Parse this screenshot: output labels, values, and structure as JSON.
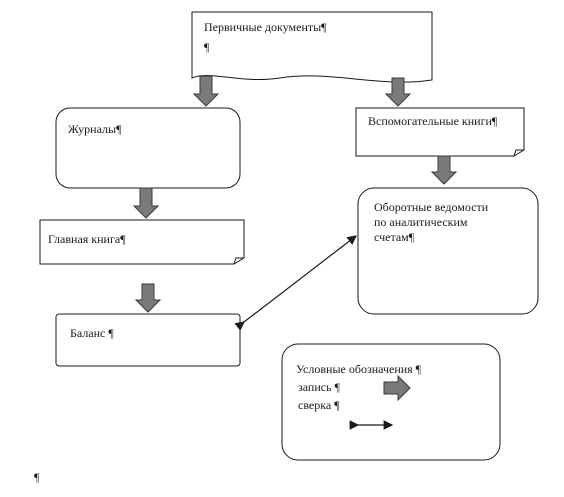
{
  "nodes": {
    "primary_docs": "Первичные документы¶",
    "primary_docs_mark": "¶",
    "journals": "Журналы¶",
    "auxiliary_books": "Вспомогательные книги¶",
    "general_ledger": "Главная книга¶",
    "turnover_sheets": "Оборотные ведомости по аналитическим счетам¶",
    "balance": "Баланс ¶"
  },
  "legend": {
    "title": "Условные обозначения ¶",
    "entry": "запись ¶",
    "reconciliation": "сверка ¶"
  },
  "page_mark": "¶",
  "colors": {
    "stroke": "#1a1a1a",
    "arrow_fill": "#7a7a7a",
    "arrow_stroke": "#3a3a3a",
    "box_fill": "#ffffff"
  }
}
